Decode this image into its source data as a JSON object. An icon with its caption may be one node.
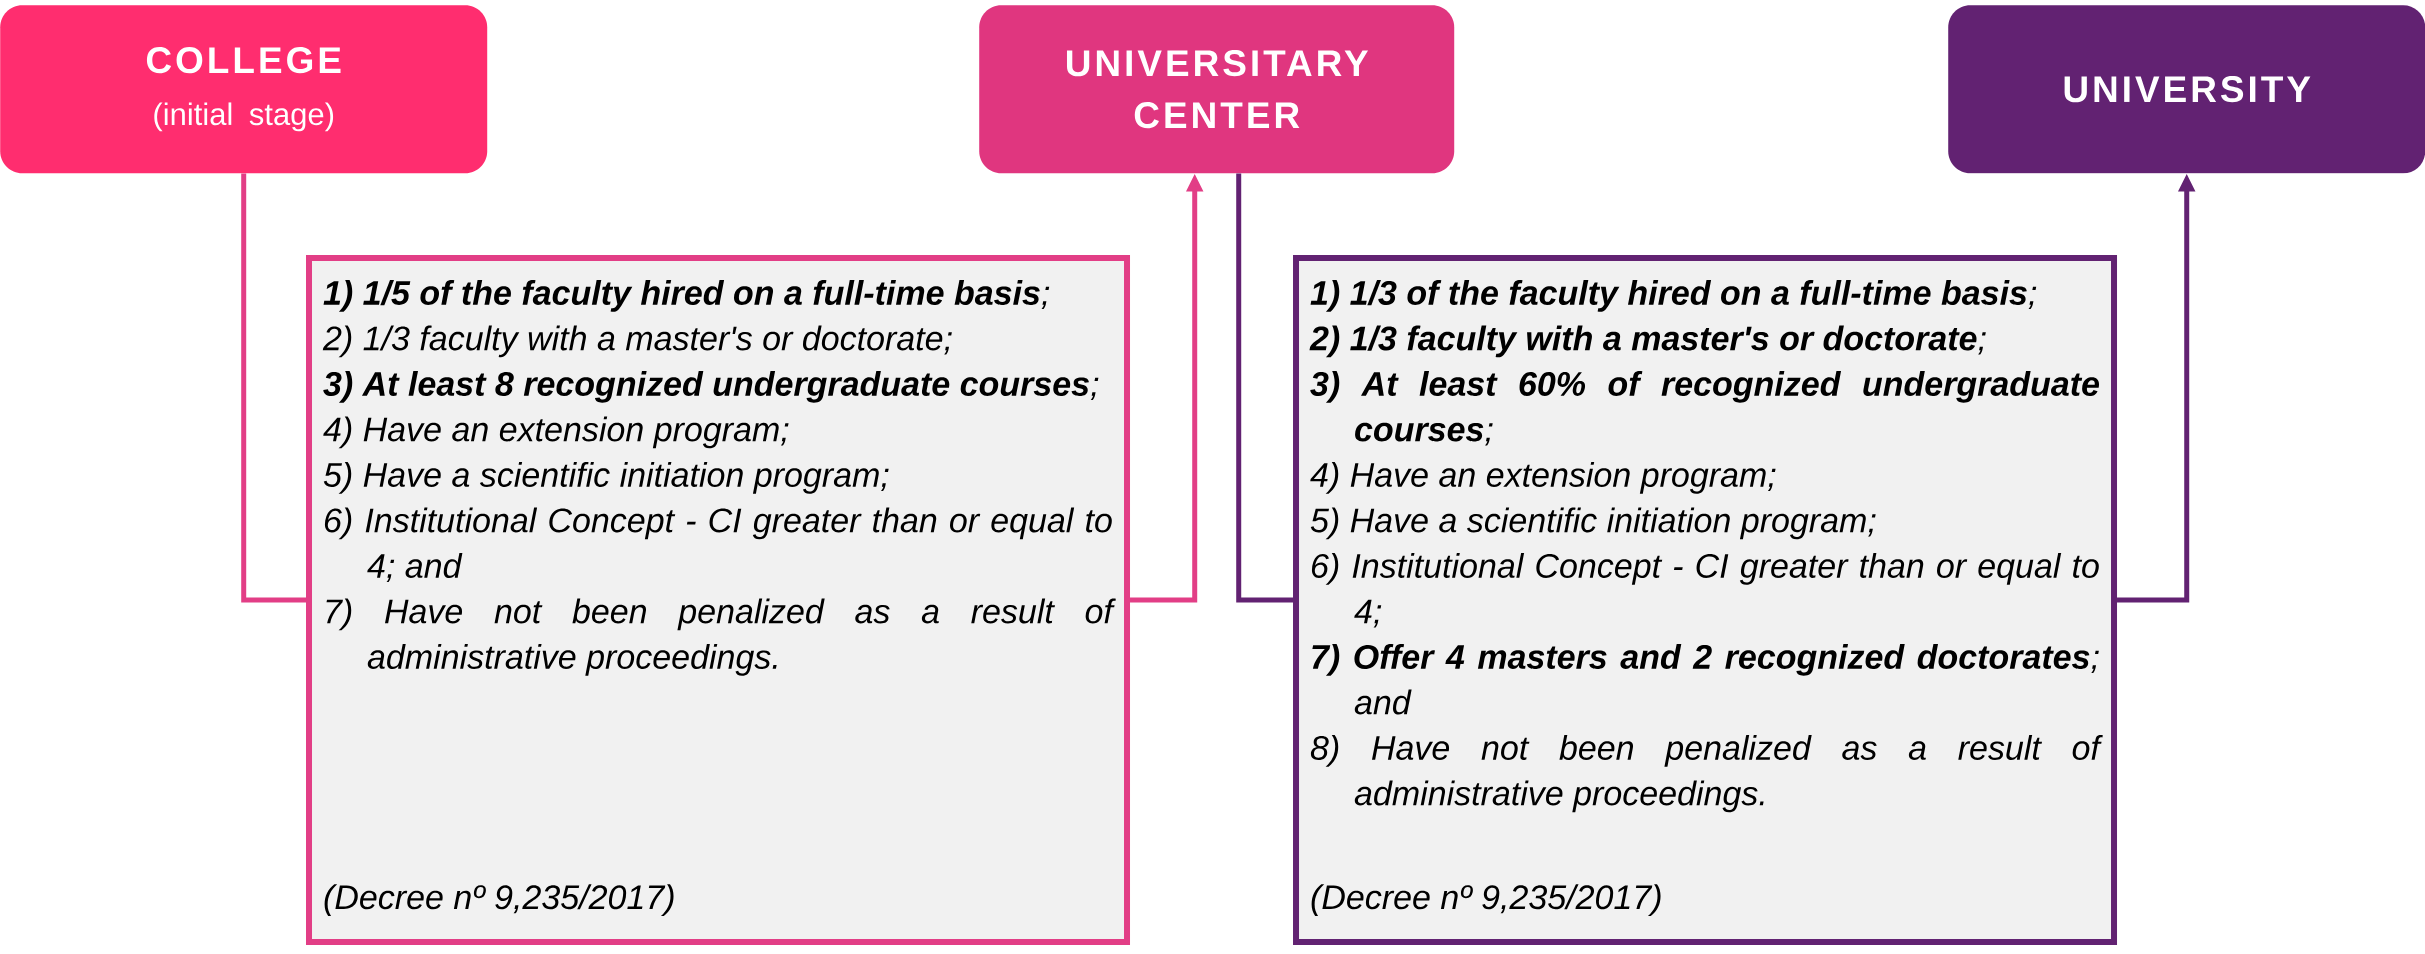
{
  "diagram": {
    "nodes": [
      {
        "text": [
          "COLLEGE",
          "(initial stage)"
        ]
      },
      {
        "text": [
          "UNIVERSITARY CENTER"
        ]
      },
      {
        "text": [
          "UNIVERSITY"
        ]
      },
      {
        "text": [
          "**1) 1/5 of the faculty hired on a full-time basis**;",
          "2) 1/3 faculty with a master's or doctorate;",
          "**3) At least 8 recognized undergraduate courses**;",
          "4) Have an extension program;",
          "5) Have a scientific initiation program;",
          "6) Institutional Concept - CI greater than or equal to 4; and",
          "7) Have not been penalized as a result of administrative proceedings.",
          "(Decree nº 9,235/2017)"
        ]
      },
      {
        "text": [
          "**1) 1/3 of the faculty hired on a full-time basis**;",
          "**2) 1/3 faculty with a master's or doctorate**;",
          "**3) At least 60% of recognized undergraduate courses**;",
          "4) Have an extension program;",
          "5) Have a scientific initiation program;",
          "6) Institutional Concept - CI greater than or equal to 4;",
          "**7) Offer 4 masters and 2 recognized doctorates**; and",
          "8) Have not been penalized as a result of administrative proceedings.",
          "(Decree nº 9,235/2017)"
        ]
      }
    ],
    "edges": [
      {
        "from": 0,
        "to": 3,
        "arrow": "none",
        "color": "#e23e86"
      },
      {
        "from": 3,
        "to": 1,
        "arrow": "to",
        "color": "#e23e86"
      },
      {
        "from": 1,
        "to": 4,
        "arrow": "none",
        "color": "#622272"
      },
      {
        "from": 4,
        "to": 2,
        "arrow": "to",
        "color": "#622272"
      }
    ]
  }
}
